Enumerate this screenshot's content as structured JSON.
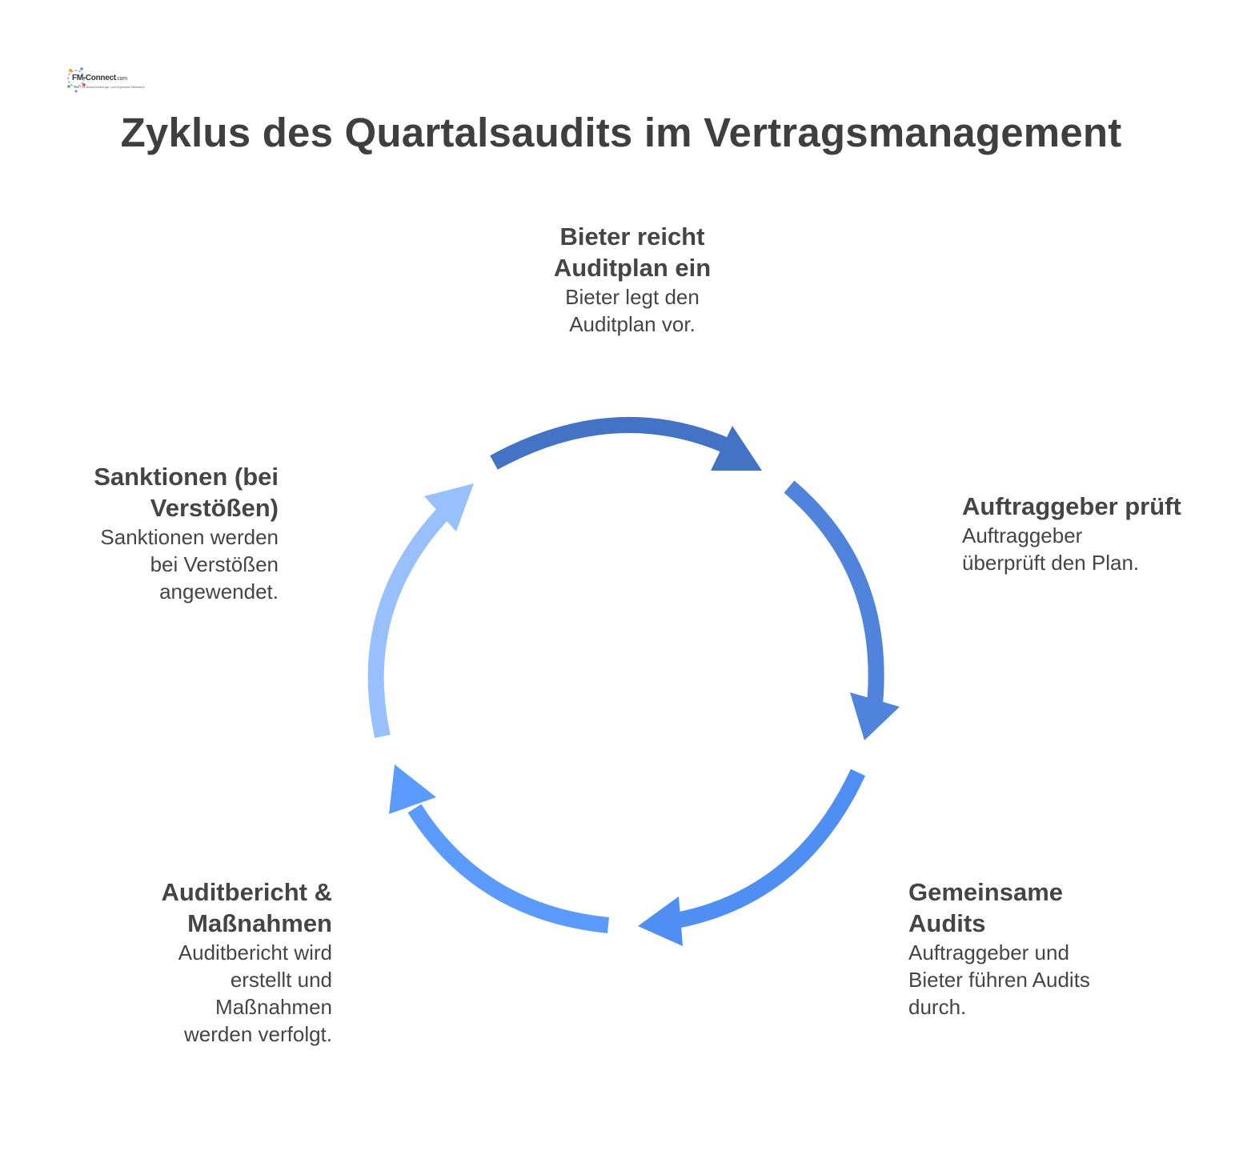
{
  "logo": {
    "brand": "FM-Connect",
    "brand_suffix": ".com",
    "tagline": "Das FM-Ausschreibungs- und Ingenieur-Netzwerk"
  },
  "title": "Zyklus des Quartalsaudits im Vertragsmanagement",
  "colors": {
    "arrow_top": "#4472c4",
    "arrow_right": "#4f83dc",
    "arrow_bottom_right": "#4f8ef3",
    "arrow_bottom_left": "#5b9bff",
    "arrow_left": "#98c0fc",
    "text": "#454545"
  },
  "steps": [
    {
      "id": "top",
      "title_lines": [
        "Bieter reicht",
        "Auditplan ein"
      ],
      "desc_lines": [
        "Bieter legt den",
        "Auditplan vor."
      ]
    },
    {
      "id": "right",
      "title_lines": [
        "Auftraggeber prüft"
      ],
      "desc_lines": [
        "Auftraggeber",
        "überprüft den Plan."
      ]
    },
    {
      "id": "bottom-right",
      "title_lines": [
        "Gemeinsame",
        "Audits"
      ],
      "desc_lines": [
        "Auftraggeber und",
        "Bieter führen Audits",
        "durch."
      ]
    },
    {
      "id": "bottom-left",
      "title_lines": [
        "Auditbericht &",
        "Maßnahmen"
      ],
      "desc_lines": [
        "Auditbericht wird",
        "erstellt und",
        "Maßnahmen",
        "werden verfolgt."
      ]
    },
    {
      "id": "left",
      "title_lines": [
        "Sanktionen (bei",
        "Verstößen)"
      ],
      "desc_lines": [
        "Sanktionen werden",
        "bei Verstößen",
        "angewendet."
      ]
    }
  ]
}
